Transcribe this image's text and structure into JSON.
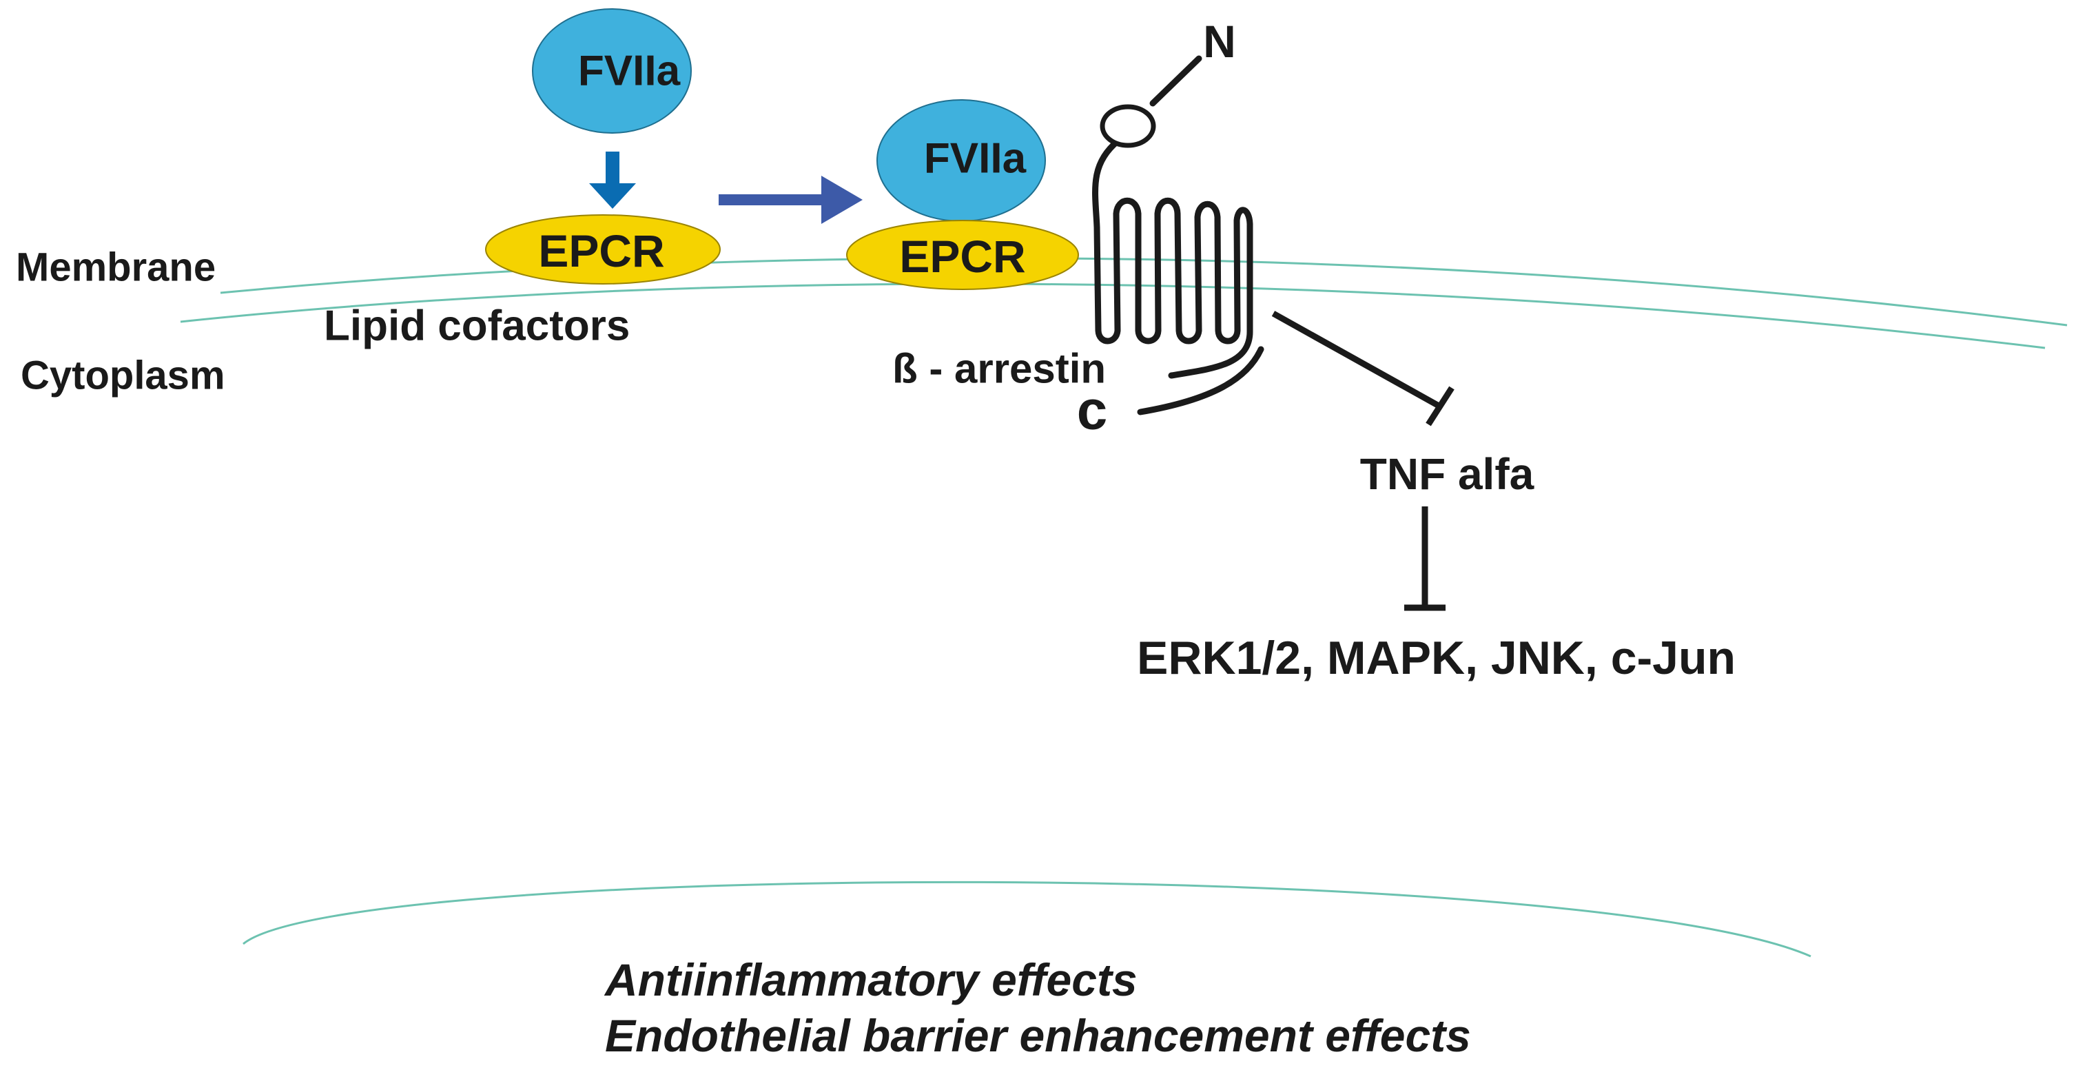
{
  "labels": {
    "membrane": "Membrane",
    "cytoplasm": "Cytoplasm",
    "lipid_cofactors": "Lipid cofactors",
    "beta_arrestin": "ß - arrestin",
    "n_terminus": "N",
    "c_terminus": "c",
    "tnf_alfa": "TNF alfa",
    "kinases": "ERK1/2, MAPK, JNK, c-Jun"
  },
  "molecules": {
    "fviia_free": "FVIIa",
    "epcr_free": "EPCR",
    "fviia_bound": "FVIIa",
    "epcr_bound": "EPCR"
  },
  "effects": [
    "Antiinflammatory effects",
    "Endothelial barrier enhancement effects"
  ],
  "colors": {
    "fviia_fill": "#3fb1dd",
    "epcr_fill": "#f5d300",
    "membrane_line": "#6cc2b0",
    "arrow_down": "#0a6cb2",
    "arrow_right": "#3d5aa8",
    "receptor_line": "#1a1a1a"
  }
}
